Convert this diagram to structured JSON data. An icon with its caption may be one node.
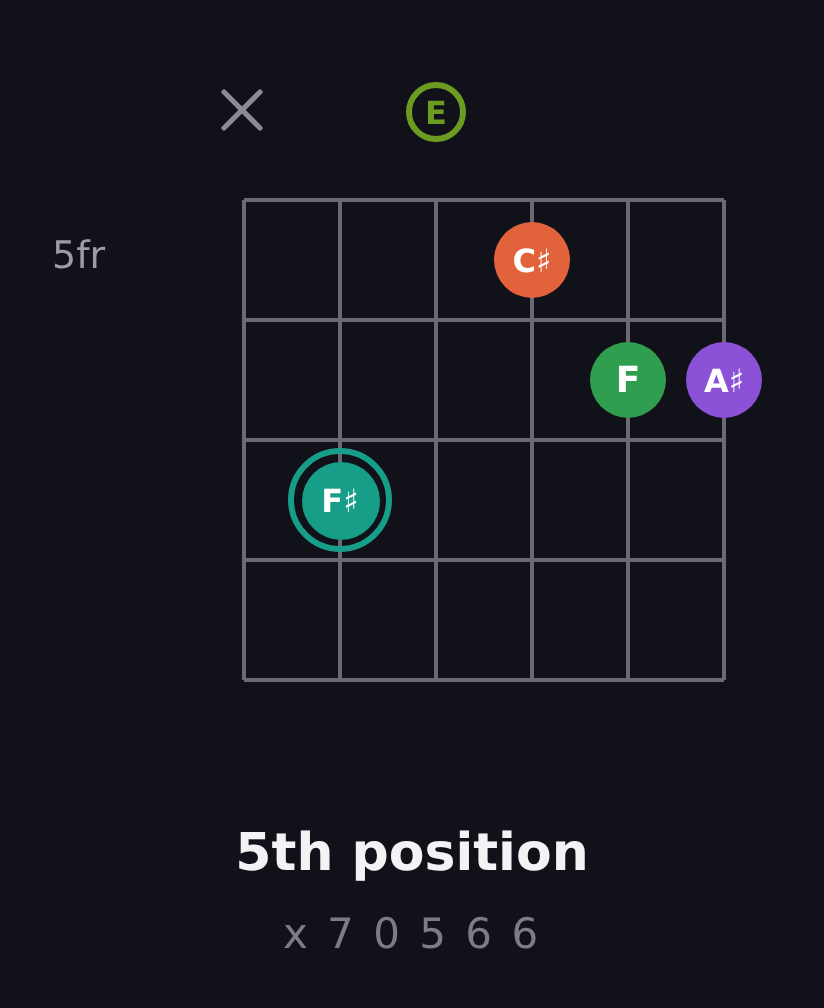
{
  "diagram": {
    "title": "5th position",
    "nodes": [
      {
        "text": [
          "E"
        ]
      },
      {
        "text": [
          "C♯"
        ]
      },
      {
        "text": [
          "F"
        ]
      },
      {
        "text": [
          "A♯"
        ]
      },
      {
        "text": [
          "F♯"
        ]
      }
    ],
    "edges": [],
    "labels": [
      "5fr",
      "x 7 0 5 6 6"
    ]
  }
}
